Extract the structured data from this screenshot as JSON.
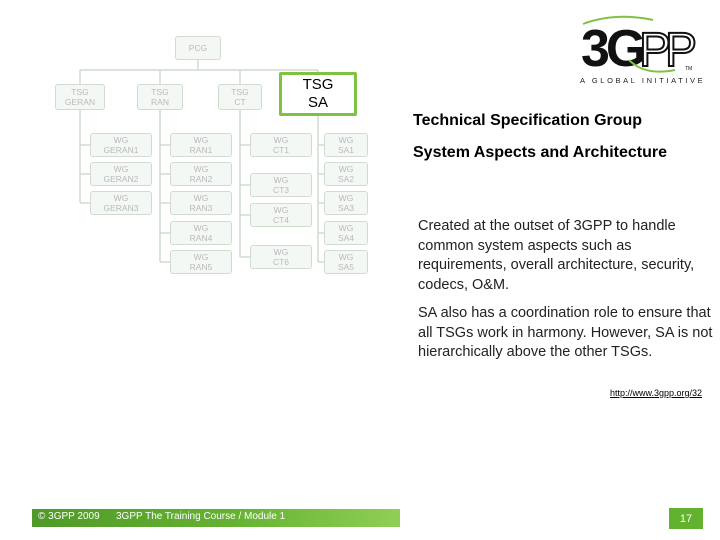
{
  "org_chart": {
    "root": "PCG",
    "tsgs": [
      {
        "name": [
          "TSG",
          "GERAN"
        ],
        "wgs": [
          [
            "WG",
            "GERAN1"
          ],
          [
            "WG",
            "GERAN2"
          ],
          [
            "WG",
            "GERAN3"
          ]
        ]
      },
      {
        "name": [
          "TSG",
          "RAN"
        ],
        "wgs": [
          [
            "WG",
            "RAN1"
          ],
          [
            "WG",
            "RAN2"
          ],
          [
            "WG",
            "RAN3"
          ],
          [
            "WG",
            "RAN4"
          ],
          [
            "WG",
            "RAN5"
          ]
        ]
      },
      {
        "name": [
          "TSG",
          "CT"
        ],
        "wgs": [
          [
            "WG",
            "CT1"
          ],
          [
            "WG",
            "CT3"
          ],
          [
            "WG",
            "CT4"
          ],
          [
            "WG",
            "CT6"
          ]
        ]
      },
      {
        "name": [
          "TSG",
          "SA"
        ],
        "wgs": [
          [
            "WG",
            "SA1"
          ],
          [
            "WG",
            "SA2"
          ],
          [
            "WG",
            "SA3"
          ],
          [
            "WG",
            "SA4"
          ],
          [
            "WG",
            "SA5"
          ]
        ]
      }
    ],
    "highlight_color": "#7fc241"
  },
  "logo": {
    "name": "3GPP",
    "tagline": "A GLOBAL INITIATIVE"
  },
  "title_line1": "Technical Specification Group",
  "title_line2": "System Aspects and Architecture",
  "paragraph1": "Created at the outset of 3GPP to handle common system aspects such as requirements, overall architecture, security, codecs, O&M.",
  "paragraph2": "SA also has a coordination role to ensure that all TSGs work in harmony. However, SA is not hierarchically above the other TSGs.",
  "link_text": "http://www.3gpp.org/32",
  "footer": {
    "copyright": "© 3GPP 2009",
    "course": "3GPP The Training Course / Module 1",
    "page_number": "17",
    "bar_color": "#62b22f"
  }
}
